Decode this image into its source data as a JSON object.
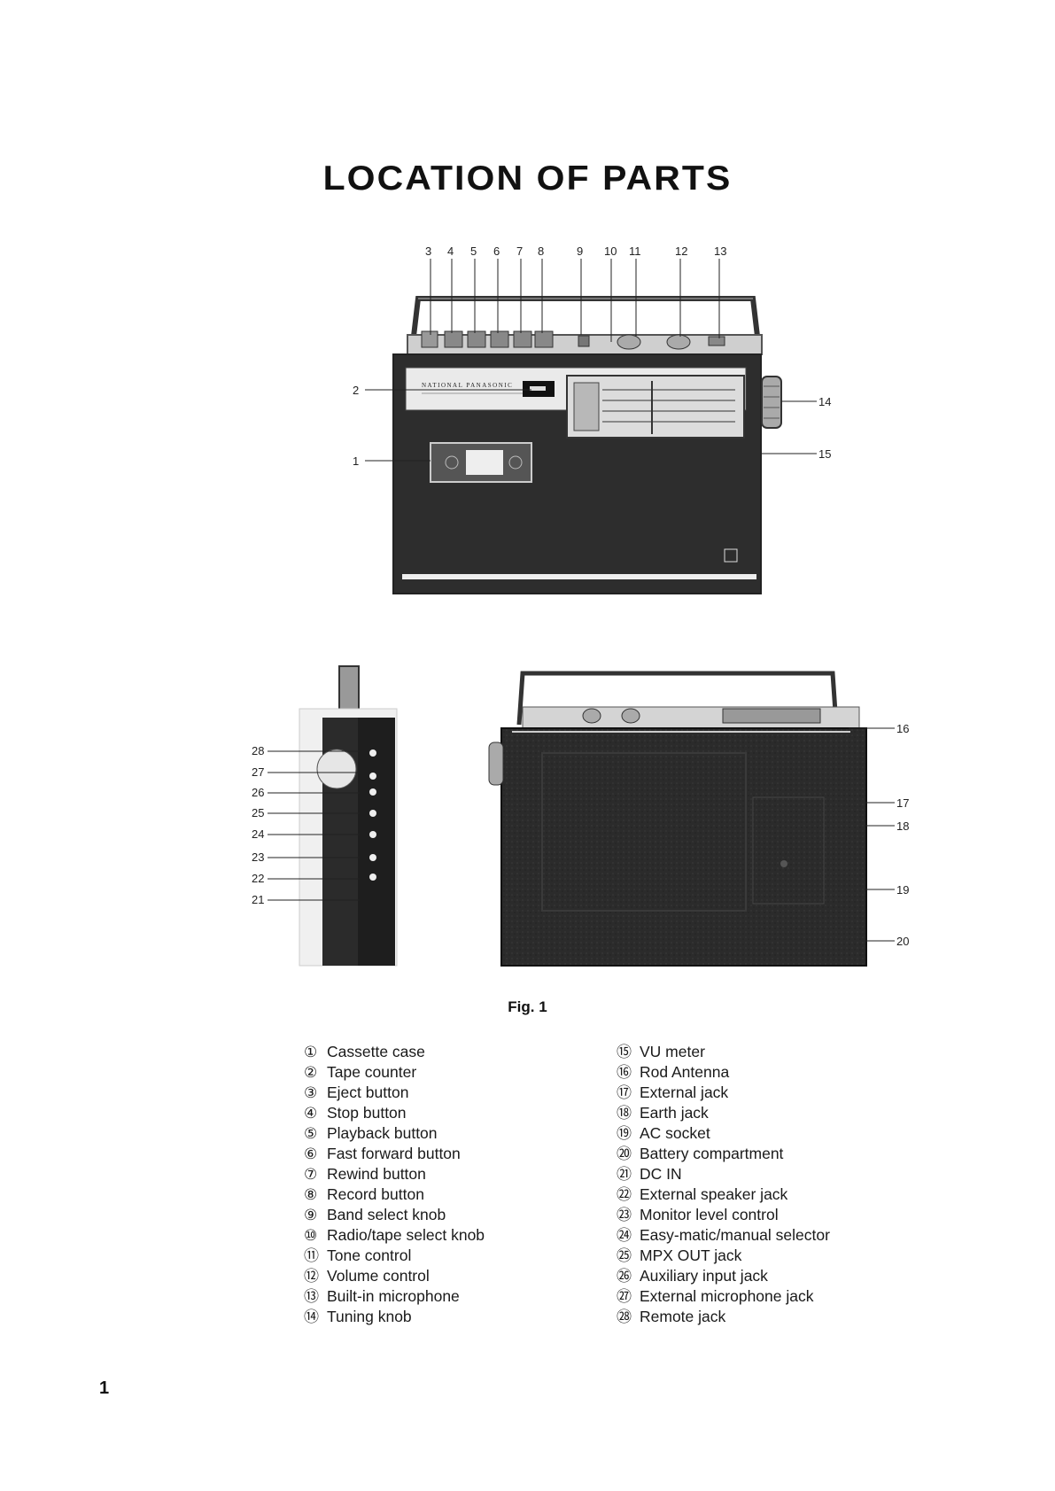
{
  "page": {
    "title": "LOCATION OF PARTS",
    "figure_caption": "Fig. 1",
    "page_number": "1"
  },
  "figure": {
    "brand_label": "NATIONAL PANASONIC",
    "callouts_top": [
      "3",
      "4",
      "5",
      "6",
      "7",
      "8",
      "9",
      "10",
      "11",
      "12",
      "13"
    ],
    "callouts_front_left": [
      "2",
      "1"
    ],
    "callouts_front_right": [
      "14",
      "15"
    ],
    "callouts_side": [
      "28",
      "27",
      "26",
      "25",
      "24",
      "23",
      "22",
      "21"
    ],
    "callouts_back": [
      "16",
      "17",
      "18",
      "19",
      "20"
    ]
  },
  "legend_left": [
    {
      "num": "①",
      "label": "Cassette case"
    },
    {
      "num": "②",
      "label": "Tape counter"
    },
    {
      "num": "③",
      "label": "Eject button"
    },
    {
      "num": "④",
      "label": "Stop button"
    },
    {
      "num": "⑤",
      "label": "Playback button"
    },
    {
      "num": "⑥",
      "label": "Fast forward button"
    },
    {
      "num": "⑦",
      "label": "Rewind button"
    },
    {
      "num": "⑧",
      "label": "Record button"
    },
    {
      "num": "⑨",
      "label": "Band select knob"
    },
    {
      "num": "⑩",
      "label": "Radio/tape select knob"
    },
    {
      "num": "⑪",
      "label": "Tone control"
    },
    {
      "num": "⑫",
      "label": "Volume control"
    },
    {
      "num": "⑬",
      "label": "Built-in microphone"
    },
    {
      "num": "⑭",
      "label": "Tuning knob"
    }
  ],
  "legend_right": [
    {
      "num": "⑮",
      "label": "VU meter"
    },
    {
      "num": "⑯",
      "label": "Rod Antenna"
    },
    {
      "num": "⑰",
      "label": "External jack"
    },
    {
      "num": "⑱",
      "label": "Earth jack"
    },
    {
      "num": "⑲",
      "label": "AC socket"
    },
    {
      "num": "⑳",
      "label": "Battery compartment"
    },
    {
      "num": "㉑",
      "label": "DC IN"
    },
    {
      "num": "㉒",
      "label": "External speaker jack"
    },
    {
      "num": "㉓",
      "label": "Monitor level control"
    },
    {
      "num": "㉔",
      "label": "Easy-matic/manual selector"
    },
    {
      "num": "㉕",
      "label": "MPX OUT jack"
    },
    {
      "num": "㉖",
      "label": "Auxiliary input jack"
    },
    {
      "num": "㉗",
      "label": "External microphone jack"
    },
    {
      "num": "㉘",
      "label": "Remote jack"
    }
  ]
}
